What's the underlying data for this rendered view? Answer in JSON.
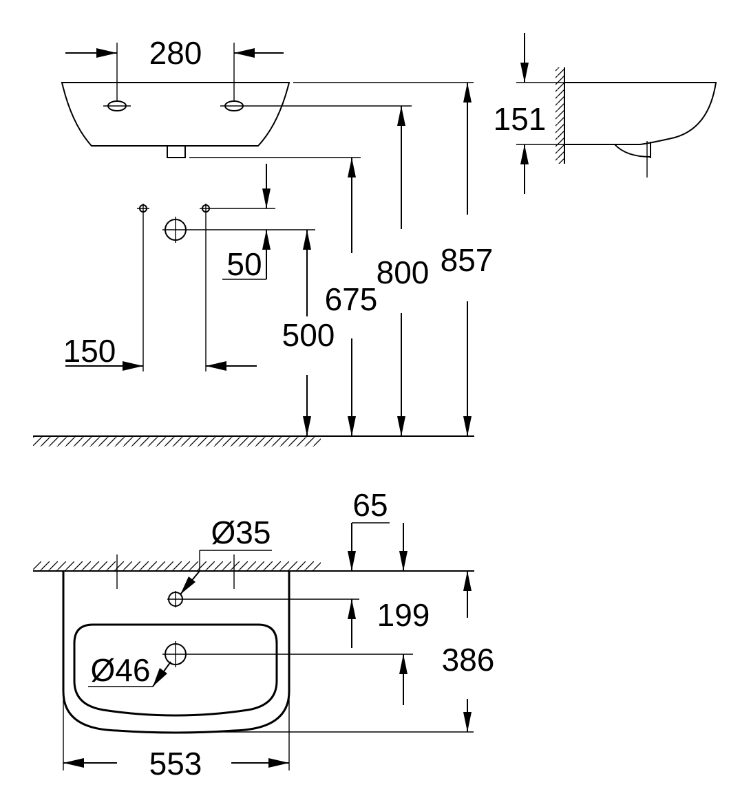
{
  "dimensions": {
    "front_tap_spacing": "280",
    "front_height_500": "500",
    "front_height_675": "675",
    "front_height_800": "800",
    "front_height_857": "857",
    "supply_offset_50": "50",
    "supply_spacing_150": "150",
    "side_depth_151": "151",
    "top_offset_65": "65",
    "top_tap_hole_diameter": "Ø35",
    "top_tap_hole_depth": "199",
    "top_waste_diameter": "Ø46",
    "top_projection_386": "386",
    "top_width_553": "553"
  }
}
